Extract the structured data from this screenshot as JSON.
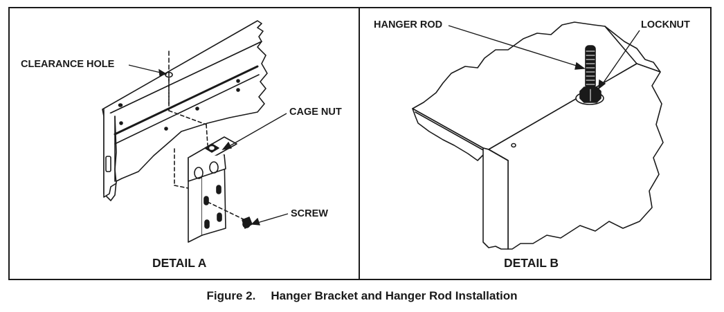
{
  "detail_a": {
    "title": "DETAIL A",
    "labels": {
      "clearance_hole": "CLEARANCE HOLE",
      "cage_nut": "CAGE NUT",
      "screw": "SCREW"
    }
  },
  "detail_b": {
    "title": "DETAIL B",
    "labels": {
      "hanger_rod": "HANGER ROD",
      "locknut": "LOCKNUT"
    }
  },
  "caption": {
    "number": "Figure 2.",
    "title": "Hanger Bracket and Hanger Rod Installation"
  },
  "colors": {
    "ink": "#1a1a1a",
    "paper": "#ffffff"
  }
}
